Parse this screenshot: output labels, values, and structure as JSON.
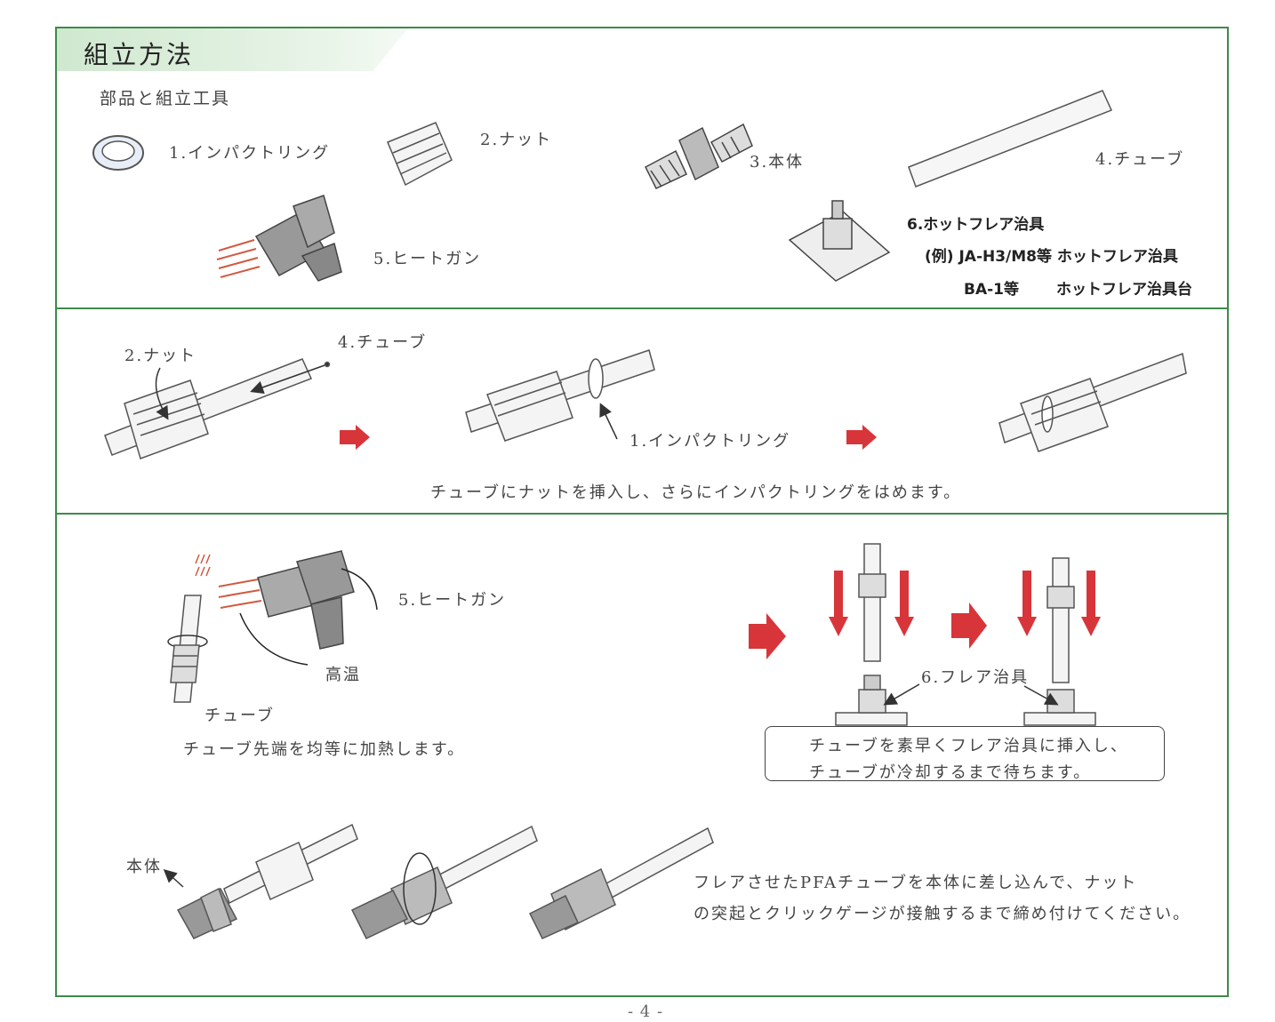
{
  "title": "組立方法",
  "section1": {
    "subtitle": "部品と組立工具",
    "parts": {
      "ring": "1.インパクトリング",
      "nut": "2.ナット",
      "body": "3.本体",
      "tube": "4.チューブ",
      "heatgun": "5.ヒートガン",
      "jig": "6.ホットフレア治具",
      "jig_ex1": "(例) JA-H3/M8等 ホットフレア治具",
      "jig_ex2_a": "BA-1等",
      "jig_ex2_b": "ホットフレア治具台"
    }
  },
  "section2": {
    "nut": "2.ナット",
    "tube": "4.チューブ",
    "ring": "1.インパクトリング",
    "caption": "チューブにナットを挿入し、さらにインパクトリングをはめます。"
  },
  "section3": {
    "heatgun": "5.ヒートガン",
    "hot": "高温",
    "tube": "チューブ",
    "caption": "チューブ先端を均等に加熱します。",
    "jig": "6.フレア治具",
    "note_line1": "チューブを素早くフレア治具に挿入し、",
    "note_line2": "チューブが冷却するまで待ちます。"
  },
  "section4": {
    "body": "本体",
    "caption_line1": "フレアさせたPFAチューブを本体に差し込んで、ナット",
    "caption_line2": "の突起とクリックゲージが接触するまで締め付けてください。"
  },
  "page_number": "- 4 -",
  "colors": {
    "frame": "#3f8a4a",
    "arrow": "#d8353a",
    "heat": "#d05a40"
  }
}
